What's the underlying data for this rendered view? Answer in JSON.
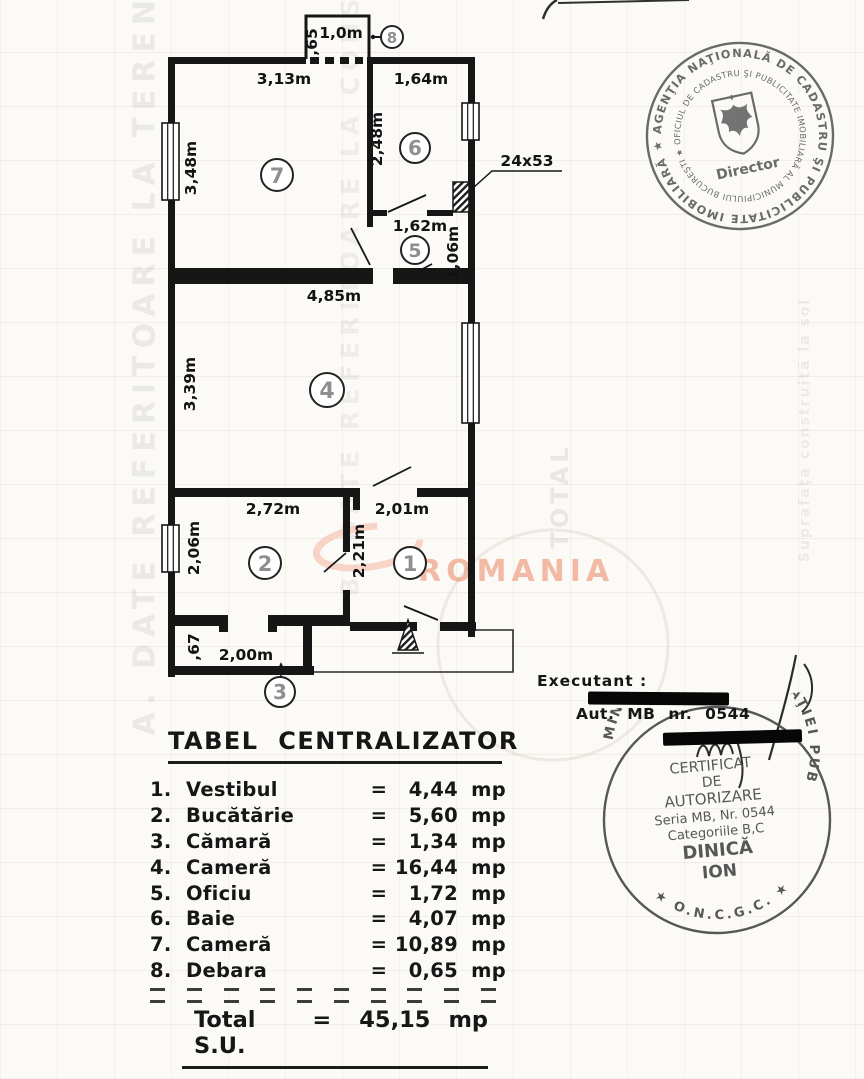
{
  "plan": {
    "rooms": [
      "1",
      "2",
      "3",
      "4",
      "5",
      "6",
      "7",
      "8"
    ],
    "dims": [
      "1,0m",
      ",65",
      "3,13m",
      "1,64m",
      "3,48m",
      "2,48m",
      "24x53",
      "1,62m",
      "1,06m",
      "4,85m",
      "3,39m",
      "2,72m",
      "2,01m",
      "2,06m",
      "2,21m",
      ",67",
      "2,00m"
    ],
    "watermark": "ROMANIA"
  },
  "executant": {
    "label": "Executant :",
    "aut": "Aut. MB nr. 0544"
  },
  "table": {
    "title": "TABEL  CENTRALIZATOR",
    "rows": [
      {
        "no": "1.",
        "name": "Vestibul",
        "eq": "=",
        "value": "4,44",
        "unit": "mp"
      },
      {
        "no": "2.",
        "name": "Bucătărie",
        "eq": "=",
        "value": "5,60",
        "unit": "mp"
      },
      {
        "no": "3.",
        "name": "Cămară",
        "eq": "=",
        "value": "1,34",
        "unit": "mp"
      },
      {
        "no": "4.",
        "name": "Cameră",
        "eq": "=",
        "value": "16,44",
        "unit": "mp"
      },
      {
        "no": "5.",
        "name": "Oficiu",
        "eq": "=",
        "value": "1,72",
        "unit": "mp"
      },
      {
        "no": "6.",
        "name": "Baie",
        "eq": "=",
        "value": "4,07",
        "unit": "mp"
      },
      {
        "no": "7.",
        "name": "Cameră",
        "eq": "=",
        "value": "10,89",
        "unit": "mp"
      },
      {
        "no": "8.",
        "name": "Debara",
        "eq": "=",
        "value": "0,65",
        "unit": "mp"
      }
    ],
    "total": {
      "label": "Total S.U.",
      "eq": "=",
      "value": "45,15",
      "unit": "mp"
    }
  },
  "stamps": {
    "top": {
      "ring_outer": "★ AGENŢIA NAŢIONALĂ DE CADASTRU ŞI PUBLICITATE IMOBILIARĂ",
      "ring_inner": "OFICIUL DE CADASTRU ŞI PUBLICITATE IMOBILIARĂ AL MUNICIPIULUI BUCUREŞTI ★",
      "director": "Director"
    },
    "bottom": {
      "ring_top": "MINISTERUL ADMINISTRAŢIEI PUBLICE",
      "ring_bottom": "★ O.N.C.G.C. ★",
      "lines": [
        "CERTIFICAT",
        "DE",
        "AUTORIZARE",
        "Seria MB, Nr. 0544",
        "Categoriile B,C",
        "DINICĂ",
        "ION"
      ]
    }
  },
  "ghost": [
    "A. DATE REFERITOARE LA TEREN",
    "B. DATE REFERITOARE LA CONSTRUCŢII",
    "TOTAL",
    "Suprafaţa construită la sol"
  ]
}
